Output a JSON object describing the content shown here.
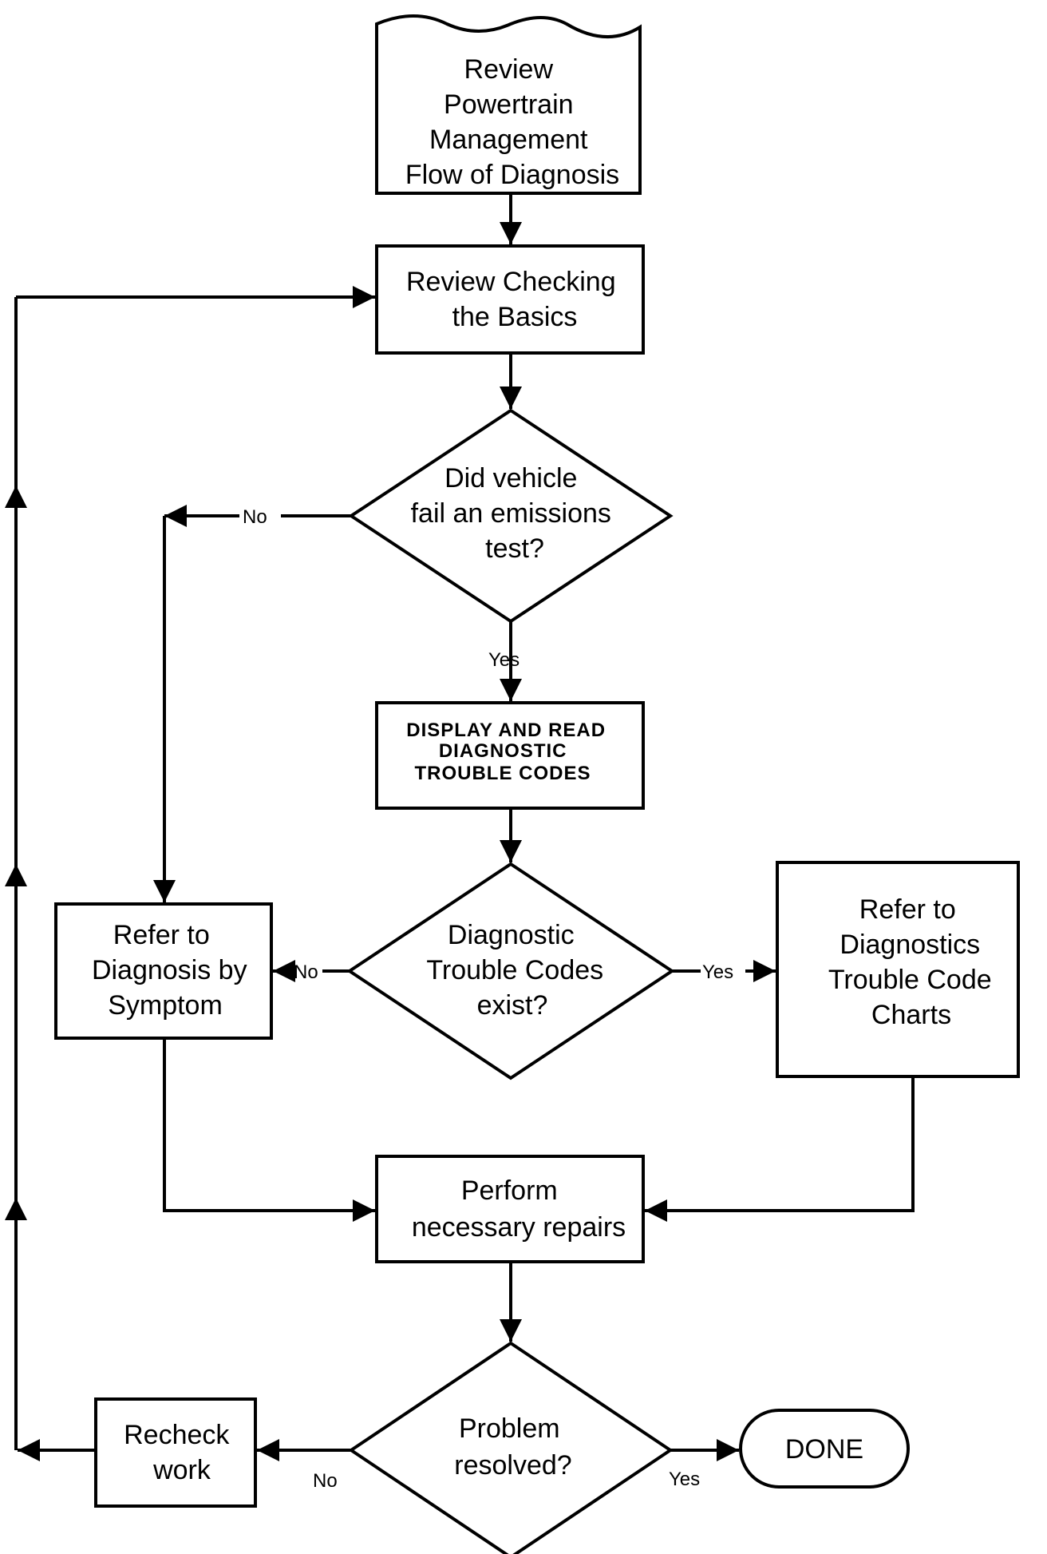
{
  "nodes": {
    "review_flow": [
      "Review",
      "Powertrain",
      "Management",
      "Flow of Diagnosis"
    ],
    "review_basics": [
      "Review Checking",
      "the Basics"
    ],
    "emissions_decision": [
      "Did vehicle",
      "fail an emissions",
      "test?"
    ],
    "display_codes": [
      "DISPLAY  AND  READ",
      "DIAGNOSTIC",
      "TROUBLE  CODES"
    ],
    "codes_exist_decision": [
      "Diagnostic",
      "Trouble Codes",
      "exist?"
    ],
    "diagnosis_by_symptom": [
      "Refer to",
      "Diagnosis by",
      "Symptom"
    ],
    "trouble_code_charts": [
      "Refer to",
      "Diagnostics",
      "Trouble Code",
      "Charts"
    ],
    "perform_repairs": [
      "Perform",
      "necessary repairs"
    ],
    "resolved_decision": [
      "Problem",
      "resolved?"
    ],
    "recheck_work": [
      "Recheck",
      "work"
    ],
    "done": [
      "DONE"
    ]
  },
  "edge_labels": {
    "emissions_no": "No",
    "emissions_yes": "Yes",
    "codes_no": "No",
    "codes_yes": "Yes",
    "resolved_no": "No",
    "resolved_yes": "Yes"
  }
}
